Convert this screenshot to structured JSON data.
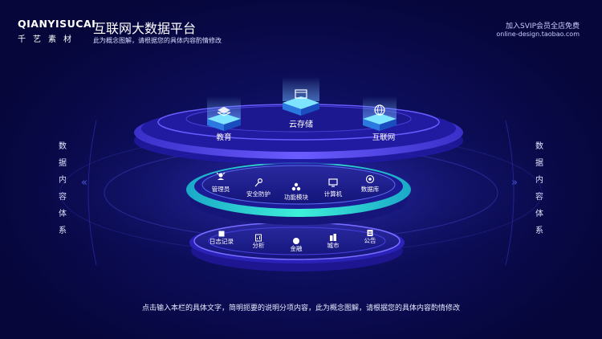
{
  "logo": {
    "en": "QIANYISUCAI",
    "cn": "千艺素材"
  },
  "header": {
    "title": "互联网大数据平台",
    "subtitle": "此为概念图解，请根据您的具体内容酌情修改"
  },
  "top_right": {
    "line1": "加入SVIP会员全店免费",
    "line2": "online-design.taobao.com"
  },
  "side_left": [
    "数",
    "据",
    "内",
    "容",
    "体",
    "系"
  ],
  "side_right": [
    "数",
    "据",
    "内",
    "容",
    "体",
    "系"
  ],
  "chevrons": {
    "left": "«",
    "right": "»"
  },
  "top_tier": [
    "教育",
    "云存储",
    "互联网"
  ],
  "middle_tier": [
    "管理员",
    "安全防护",
    "功能模块",
    "计算机",
    "数据库"
  ],
  "bottom_tier": [
    "日志记录",
    "分析",
    "金融",
    "城市",
    "公告"
  ],
  "footer": "点击输入本栏的具体文字，简明扼要的说明分项内容，此为概念图解，请根据您的具体内容酌情修改",
  "colors": {
    "background": "#0a0b4a",
    "accent_purple": "#5a46f0",
    "accent_teal": "#2fd4c8",
    "accent_cyan": "#38c8ff"
  }
}
